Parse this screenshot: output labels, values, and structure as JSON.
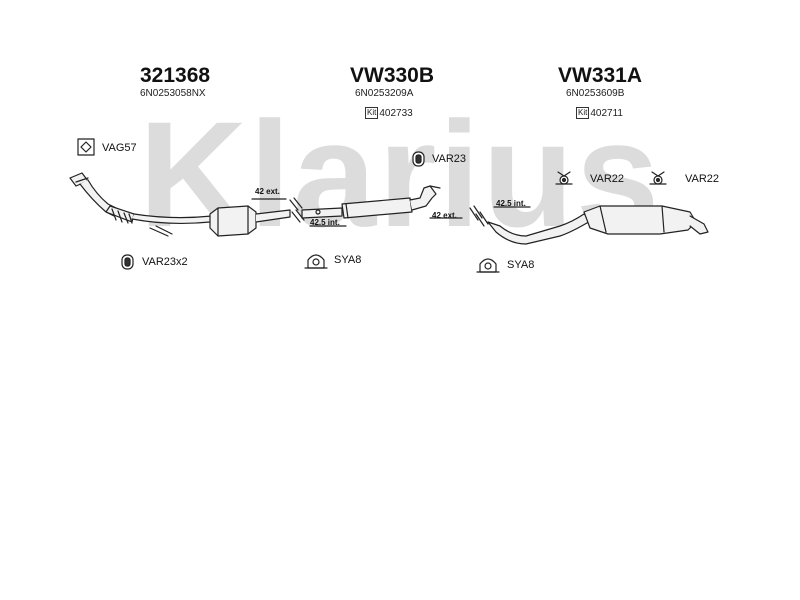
{
  "watermark_text": "Klarius",
  "parts": [
    {
      "part_no": "321368",
      "oem": "6N0253058NX"
    },
    {
      "part_no": "VW330B",
      "oem": "6N0253209A",
      "kit_badge": "Kit",
      "kit_no": "402733"
    },
    {
      "part_no": "VW331A",
      "oem": "6N0253609B",
      "kit_badge": "Kit",
      "kit_no": "402711"
    }
  ],
  "accessories": {
    "gasket": "VAG57",
    "front_rubber": "VAR23",
    "front_rubber_qty": "VAR23x2",
    "clamp_left": "SYA8",
    "clamp_right": "SYA8",
    "hanger_left": "VAR22",
    "hanger_right": "VAR22"
  },
  "dimensions": {
    "front_ext": "42 ext.",
    "front_int": "42.5 int.",
    "rear_ext": "42 ext.",
    "rear_int": "42.5 int."
  },
  "colors": {
    "watermark": "#d9d9d9",
    "line": "#222222",
    "pipe_fill": "#eeeeee"
  }
}
